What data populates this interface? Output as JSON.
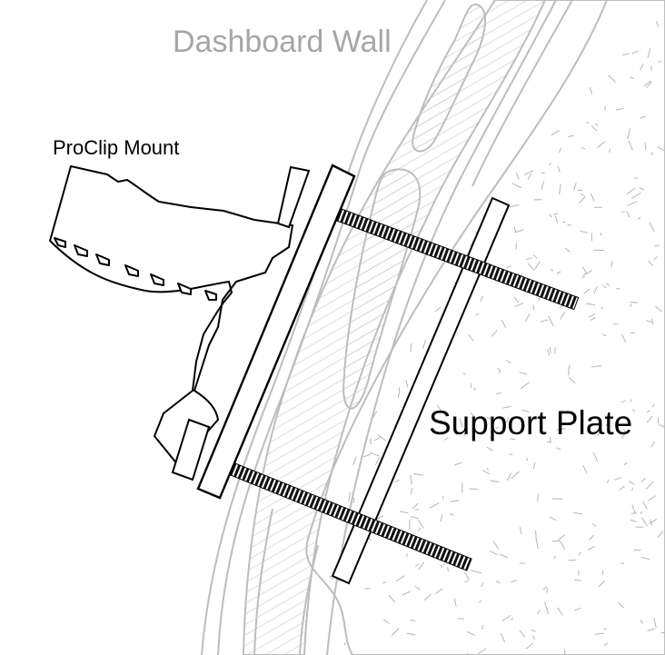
{
  "labels": {
    "wall": "Dashboard Wall",
    "mount": "ProClip Mount",
    "plate": "Support Plate"
  },
  "colors": {
    "wall_outline": "#bdbdbd",
    "wall_hatch": "#c8c8c8",
    "foam_speckle": "#b5b5b5",
    "parts_outline": "#000000",
    "background": "#ffffff"
  },
  "components": [
    "dashboard-wall",
    "proclip-mount",
    "mounting-plate",
    "support-plate",
    "threaded-bolts"
  ]
}
